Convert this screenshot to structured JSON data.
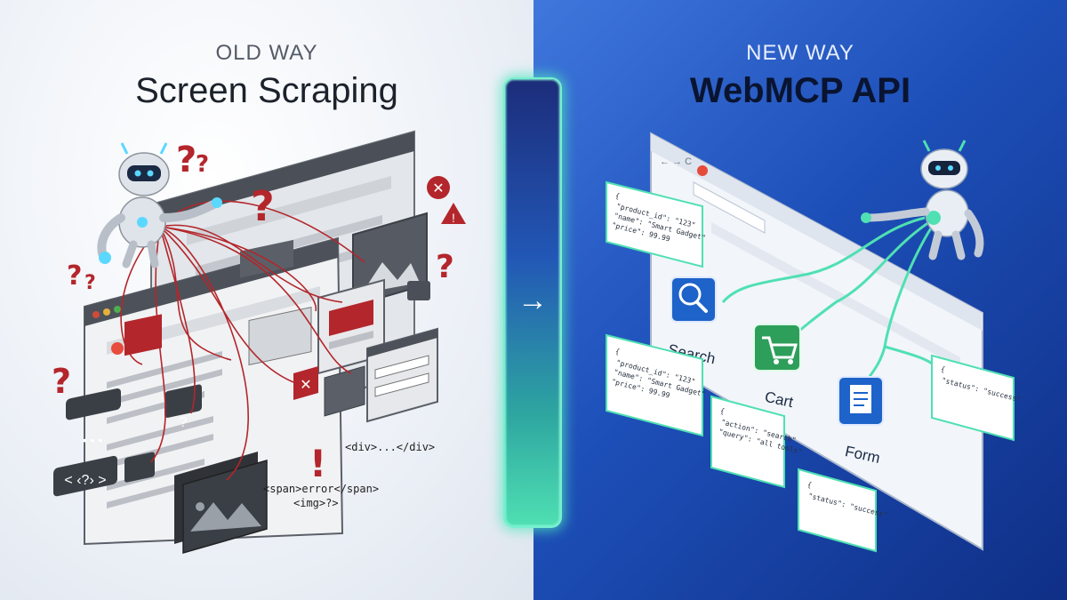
{
  "left": {
    "kicker": "OLD WAY",
    "title": "Screen Scraping",
    "snippets": {
      "div": "<div>...</div>",
      "span": "<span>error</span>",
      "img": "<img>?>"
    },
    "bubbles": {
      "dots": "• • •",
      "tag_q": "< ‹?› >",
      "q": "?"
    }
  },
  "right": {
    "kicker": "NEW WAY",
    "title": "WebMCP API",
    "tools": [
      {
        "label": "Search",
        "icon": "magnifier-icon"
      },
      {
        "label": "Cart",
        "icon": "cart-icon"
      },
      {
        "label": "Form",
        "icon": "document-icon"
      }
    ],
    "json_cards": {
      "product_top": [
        "{",
        "\"product_id\": \"123\"",
        "\"name\": \"Smart Gadget\"",
        "\"price\": 99.99"
      ],
      "product_bottom": [
        "{",
        "\"product_id\": \"123\"",
        "\"name\": \"Smart Gadget\"",
        "\"price\": 99.99"
      ],
      "search": [
        "{",
        "\"action\": \"search\"",
        "\"query\": \"all tools\""
      ],
      "status_right": [
        "{",
        "\"status\": \"success\""
      ],
      "status_bottom": [
        "{",
        "\"status\": \"success\""
      ]
    }
  },
  "divider": {
    "arrow": "→"
  },
  "colors": {
    "accent_green": "#4fe0b3",
    "scrape_red": "#b3262b",
    "tool_blue": "#1d63c9",
    "tool_green": "#2e9e5b"
  }
}
